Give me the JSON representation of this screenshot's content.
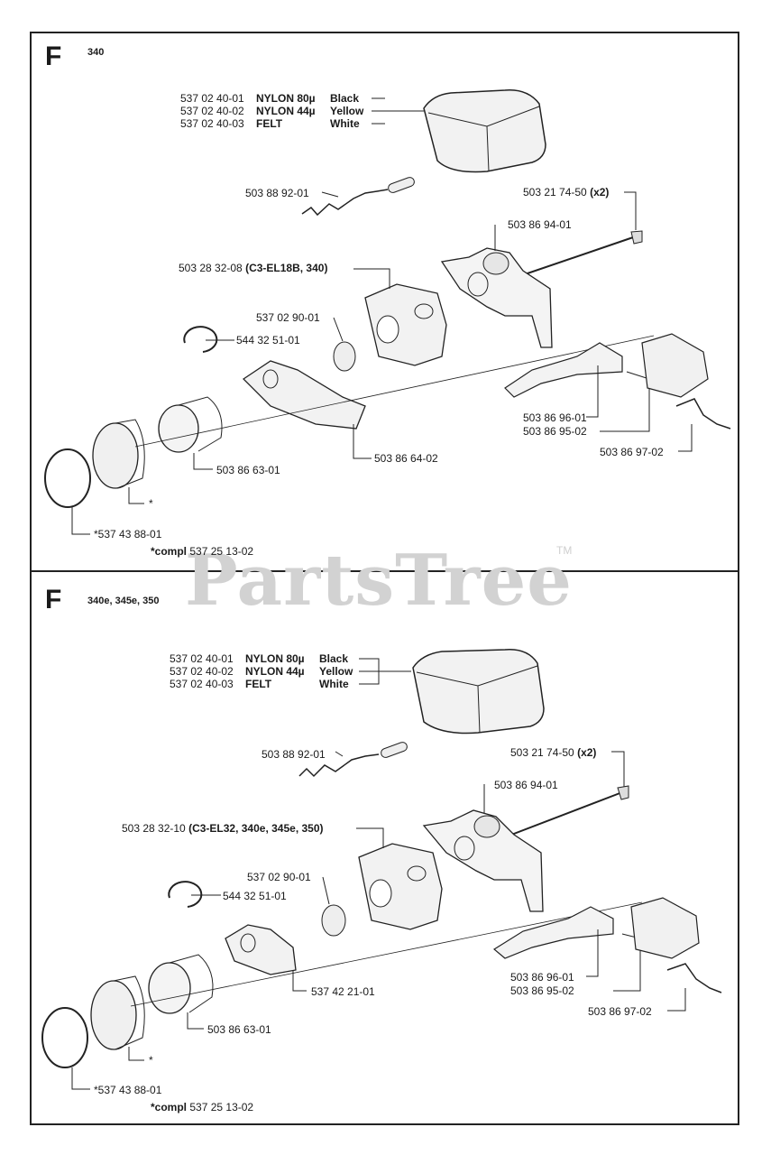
{
  "watermark": {
    "text": "PartsTree",
    "tm": "TM"
  },
  "sections": [
    {
      "letter": "F",
      "model": "340",
      "filter": [
        {
          "pn": "537 02 40-01",
          "material": "NYLON 80µ",
          "color": "Black"
        },
        {
          "pn": "537 02 40-02",
          "material": "NYLON 44µ",
          "color": "Yellow"
        },
        {
          "pn": "537 02 40-03",
          "material": "FELT",
          "color": "White"
        }
      ],
      "labels": {
        "rod": "503 88 92-01",
        "bolt": "503 21 74-50",
        "bolt_qty": "(x2)",
        "adapter": "503 86 94-01",
        "carb": "503 28 32-08",
        "carb_note": "(C3-EL18B, 340)",
        "gasket": "537 02 90-01",
        "ring": "544 32 51-01",
        "lever1": "503 86 96-01",
        "lever2": "503 86 95-02",
        "spring": "503 86 97-02",
        "flange": "503 86 64-02",
        "intake": "503 86 63-01",
        "asterisk": "*",
        "clamp": "*537 43 88-01",
        "compl_prefix": "*compl",
        "compl": "537 25 13-02"
      }
    },
    {
      "letter": "F",
      "model": "340e, 345e, 350",
      "filter": [
        {
          "pn": "537 02 40-01",
          "material": "NYLON 80µ",
          "color": "Black"
        },
        {
          "pn": "537 02 40-02",
          "material": "NYLON 44µ",
          "color": "Yellow"
        },
        {
          "pn": "537 02 40-03",
          "material": "FELT",
          "color": "White"
        }
      ],
      "labels": {
        "rod": "503 88 92-01",
        "bolt": "503 21 74-50",
        "bolt_qty": "(x2)",
        "adapter": "503 86 94-01",
        "carb": "503 28 32-10",
        "carb_note": "(C3-EL32, 340e, 345e, 350)",
        "gasket": "537 02 90-01",
        "ring": "544 32 51-01",
        "lever1": "503 86 96-01",
        "lever2": "503 86 95-02",
        "spring": "503 86 97-02",
        "flange": "537 42 21-01",
        "intake": "503 86 63-01",
        "asterisk": "*",
        "clamp": "*537 43 88-01",
        "compl_prefix": "*compl",
        "compl": "537 25 13-02"
      }
    }
  ]
}
